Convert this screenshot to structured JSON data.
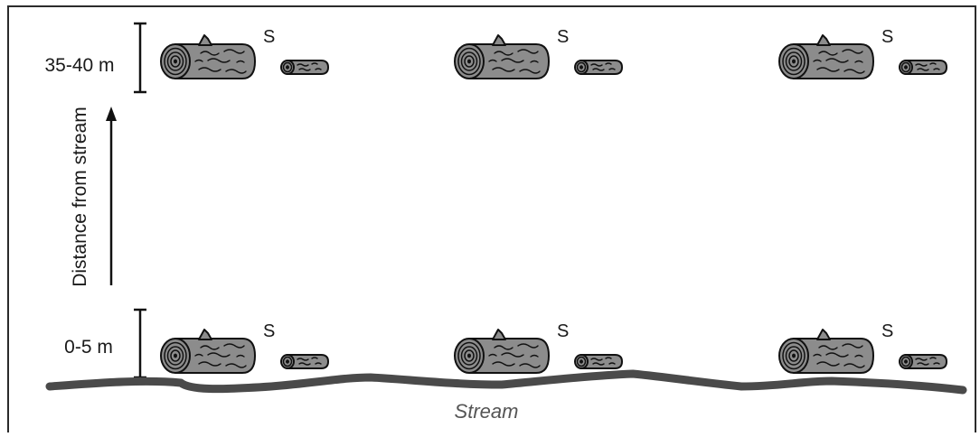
{
  "labels": {
    "far_band": "35-40 m",
    "near_band": "0-5 m",
    "axis": "Distance from stream",
    "stream": "Stream",
    "small_log_marker": "S"
  },
  "log_groups": [
    {
      "row": "far",
      "column": 1
    },
    {
      "row": "far",
      "column": 2
    },
    {
      "row": "far",
      "column": 3
    },
    {
      "row": "near",
      "column": 1
    },
    {
      "row": "near",
      "column": 2
    },
    {
      "row": "near",
      "column": 3
    }
  ],
  "colors": {
    "log_fill": "#8c8c8c",
    "stream": "#4a4a4a",
    "outline": "#111111"
  }
}
